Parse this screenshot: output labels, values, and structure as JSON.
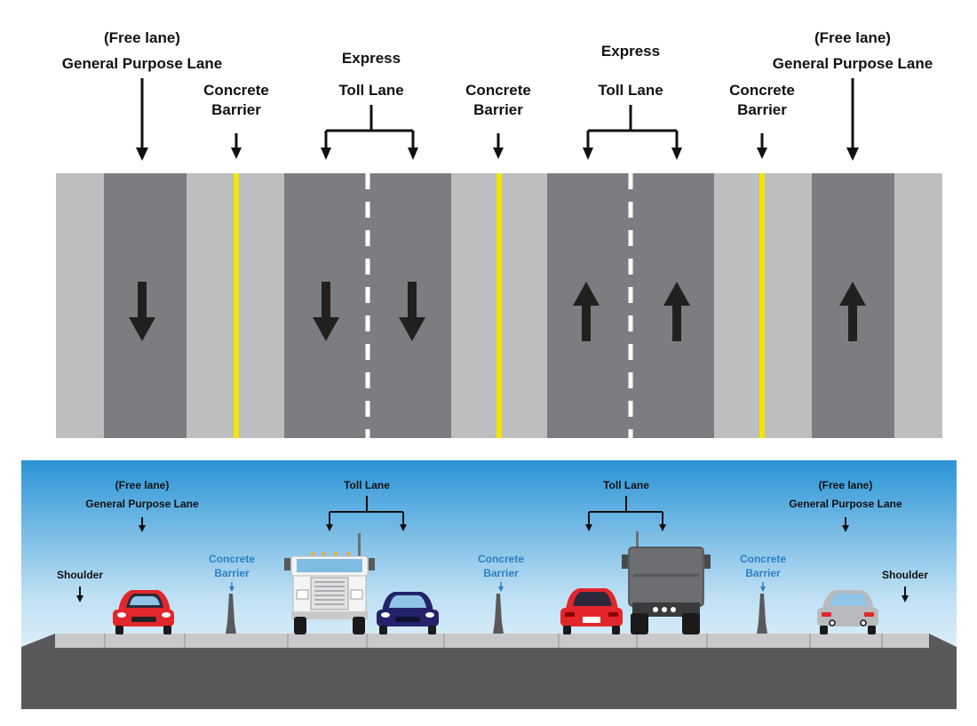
{
  "colors": {
    "road_light": "#bdbec0",
    "road_dark": "#7c7d80",
    "barrier_line": "#f2e600",
    "lane_dash": "#ffffff",
    "arrow": "#221f1f",
    "sky_top": "#2b94d6",
    "sky_bottom": "#ffffff",
    "ground": "#59595b",
    "curb": "#c9c9cb",
    "blue_text": "#2b7fc0",
    "red_car": "#e3262b",
    "navy_car": "#23236b",
    "silver_car": "#b9babd",
    "truck_white": "#f4f4f4",
    "truck_gray": "#6d6e71"
  },
  "plan_view": {
    "labels": {
      "gp_left": {
        "line1": "(Free lane)",
        "line2": "General Purpose Lane"
      },
      "barrier_left": {
        "line1": "Concrete",
        "line2": "Barrier"
      },
      "express_left": {
        "line1": "Express",
        "line2": "Toll Lane"
      },
      "barrier_center": {
        "line1": "Concrete",
        "line2": "Barrier"
      },
      "express_right": {
        "line1": "Express",
        "line2": "Toll Lane"
      },
      "barrier_right": {
        "line1": "Concrete",
        "line2": "Barrier"
      },
      "gp_right": {
        "line1": "(Free lane)",
        "line2": "General Purpose Lane"
      }
    },
    "lanes": [
      {
        "name": "general-purpose-lane-left",
        "direction": "down"
      },
      {
        "name": "toll-lane-left-1",
        "direction": "down"
      },
      {
        "name": "toll-lane-left-2",
        "direction": "down"
      },
      {
        "name": "toll-lane-right-1",
        "direction": "up"
      },
      {
        "name": "toll-lane-right-2",
        "direction": "up"
      },
      {
        "name": "general-purpose-lane-right",
        "direction": "up"
      }
    ]
  },
  "cross_section": {
    "labels": {
      "gp_left": {
        "line1": "(Free lane)",
        "line2": "General Purpose Lane"
      },
      "shoulder_left": "Shoulder",
      "barrier_left": {
        "line1": "Concrete",
        "line2": "Barrier"
      },
      "toll_left": "Toll Lane",
      "barrier_center": {
        "line1": "Concrete",
        "line2": "Barrier"
      },
      "toll_right": "Toll Lane",
      "barrier_right": {
        "line1": "Concrete",
        "line2": "Barrier"
      },
      "gp_right": {
        "line1": "(Free lane)",
        "line2": "General Purpose Lane"
      },
      "shoulder_right": "Shoulder"
    },
    "vehicles": [
      {
        "name": "red-car-front",
        "kind": "car-front",
        "color": "#e3262b"
      },
      {
        "name": "white-truck-front",
        "kind": "truck-front",
        "color": "#f4f4f4"
      },
      {
        "name": "navy-car-front",
        "kind": "car-front",
        "color": "#23236b"
      },
      {
        "name": "red-car-rear",
        "kind": "car-rear",
        "color": "#e3262b"
      },
      {
        "name": "gray-truck-rear",
        "kind": "truck-rear",
        "color": "#6d6e71"
      },
      {
        "name": "silver-car-rear",
        "kind": "car-rear",
        "color": "#b9babd"
      }
    ]
  }
}
